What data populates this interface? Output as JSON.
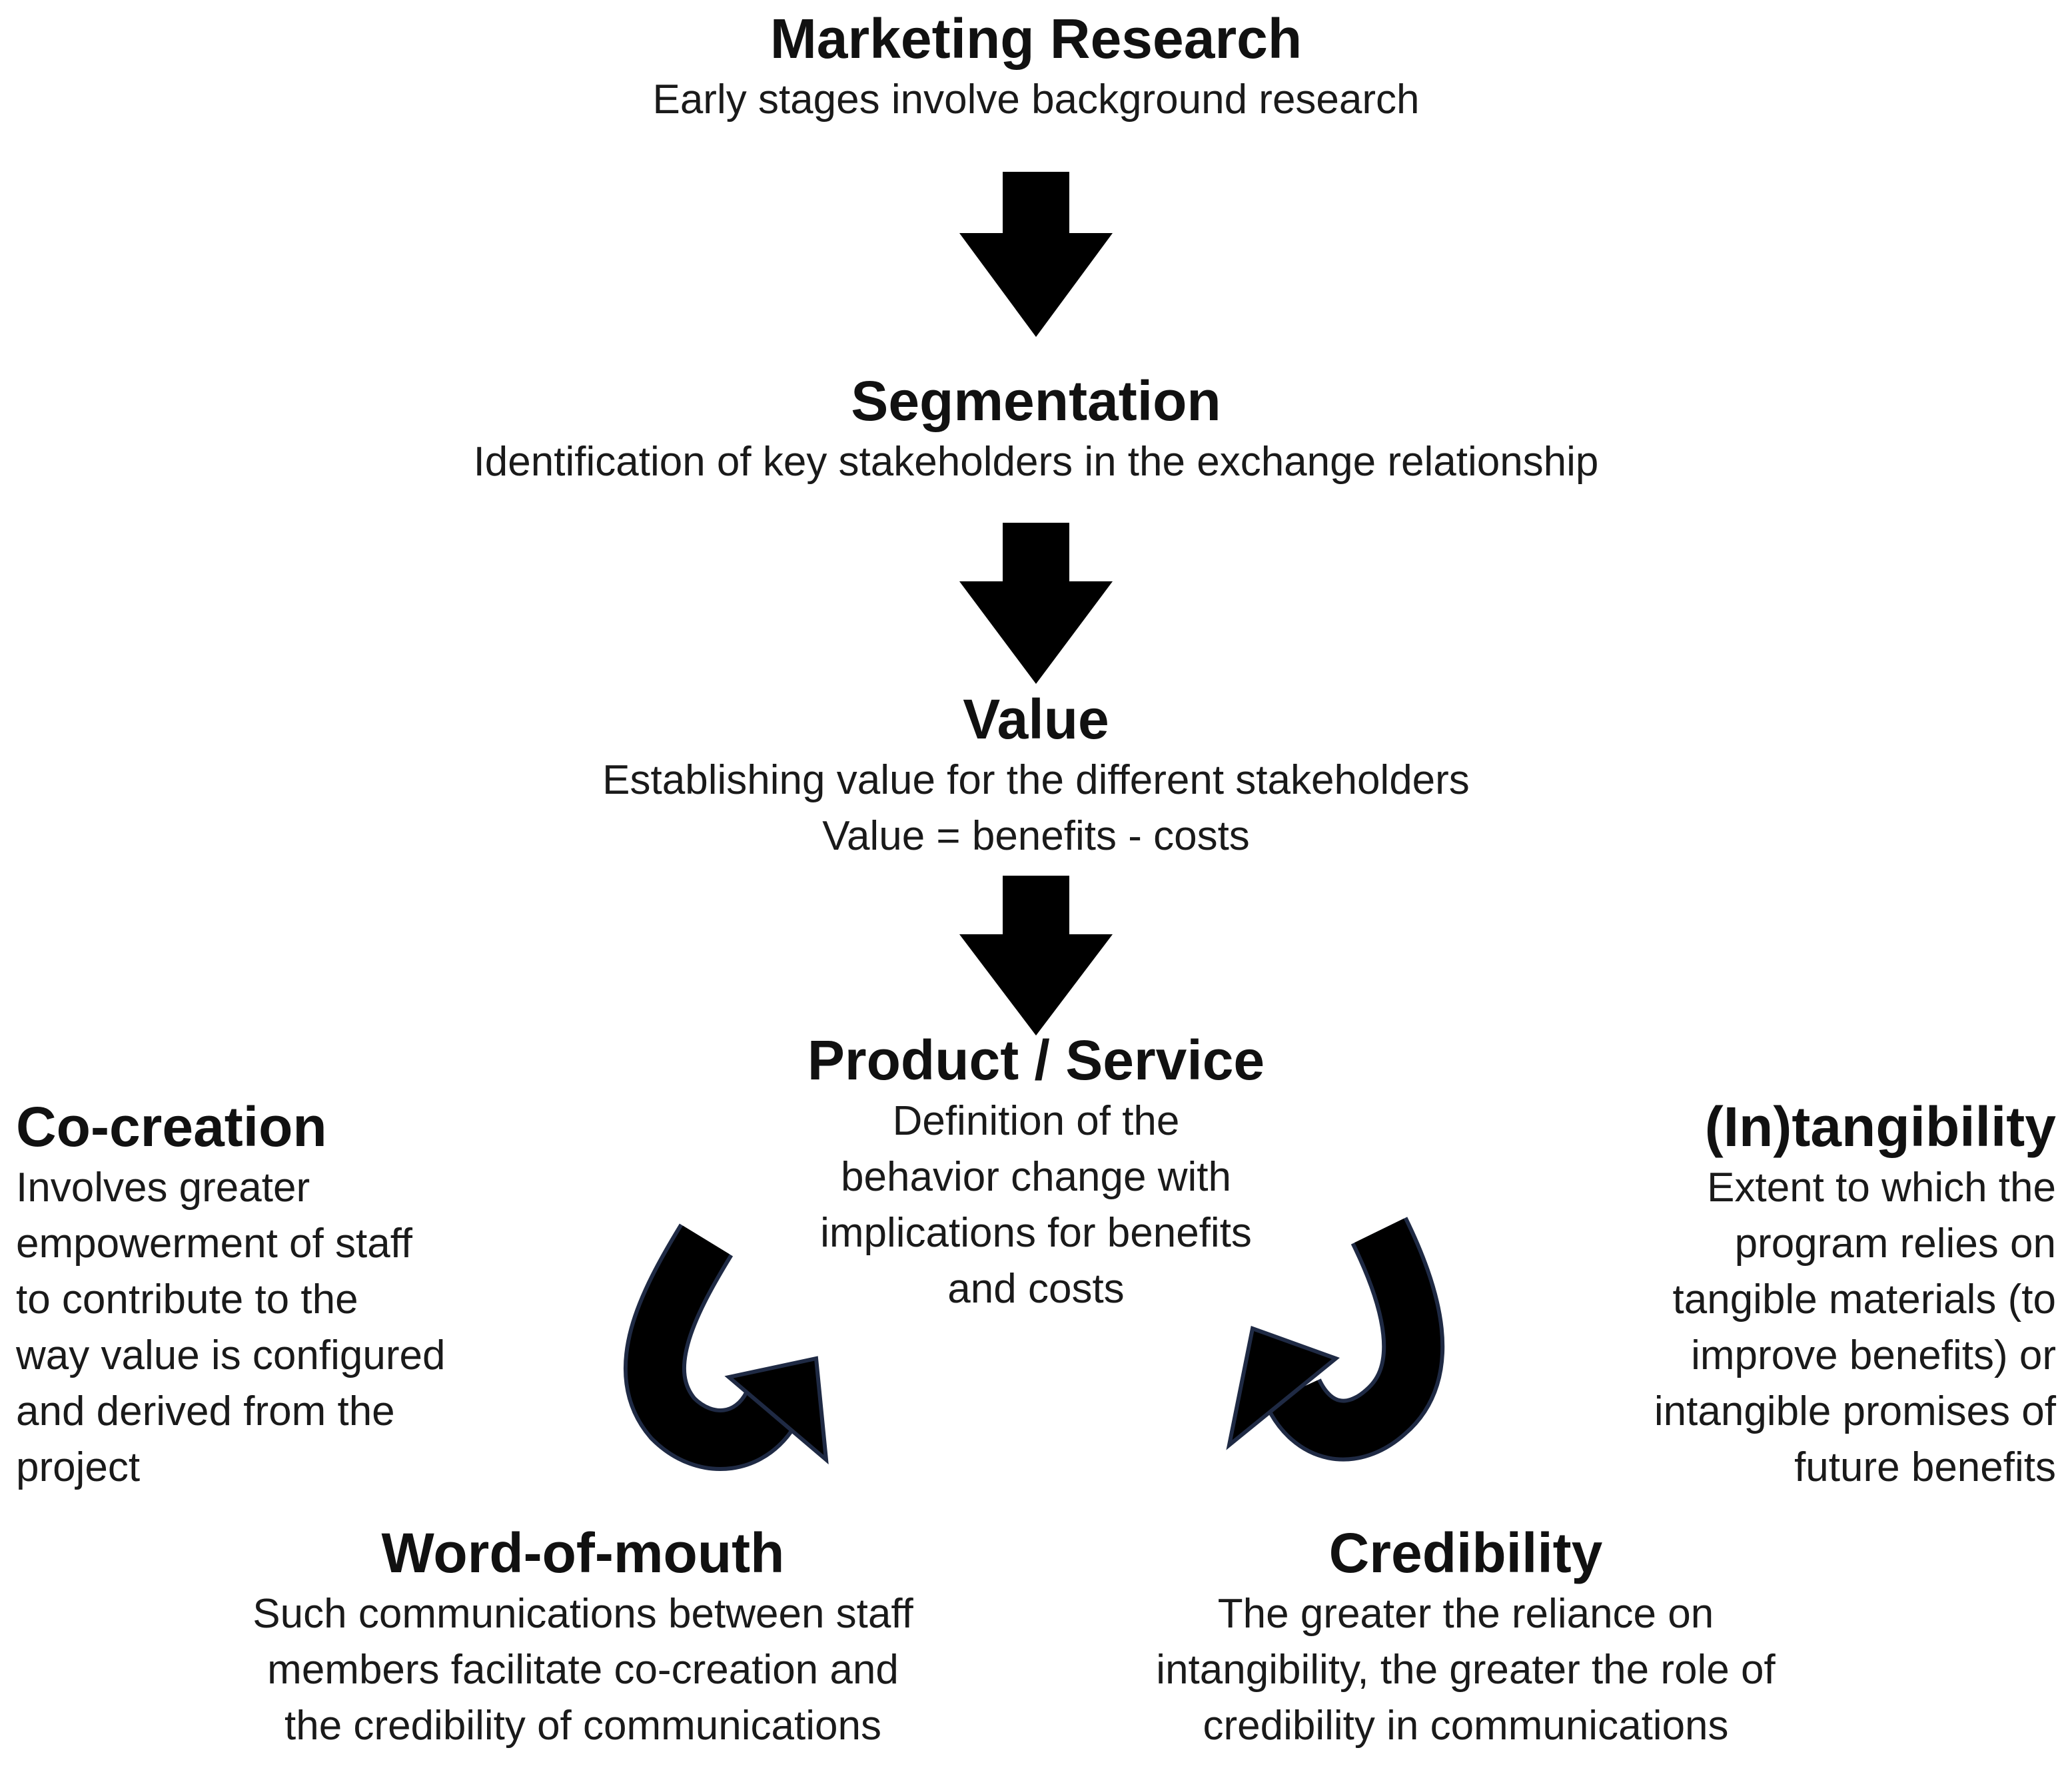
{
  "colors": {
    "arrow_fill": "#000000",
    "curved_arrow_outline": "#1f2a44",
    "text": "#1a1a1a"
  },
  "nodes": {
    "marketing_research": {
      "title": "Marketing Research",
      "lines": [
        "Early stages involve background research"
      ]
    },
    "segmentation": {
      "title": "Segmentation",
      "lines": [
        "Identification of key stakeholders in the exchange relationship"
      ]
    },
    "value": {
      "title": "Value",
      "lines": [
        "Establishing value for the different stakeholders",
        "Value = benefits - costs"
      ]
    },
    "product_service": {
      "title": "Product / Service",
      "lines": [
        "Definition of the",
        "behavior change with",
        "implications for benefits",
        "and costs"
      ]
    },
    "co_creation": {
      "title": "Co-creation",
      "lines": [
        "Involves greater",
        "empowerment of staff",
        "to contribute to the",
        "way value is configured",
        "and derived from the",
        "project"
      ]
    },
    "intangibility": {
      "title": "(In)tangibility",
      "lines": [
        "Extent to which the",
        "program relies on",
        "tangible materials (to",
        "improve benefits) or",
        "intangible promises of",
        "future benefits"
      ]
    },
    "word_of_mouth": {
      "title": "Word-of-mouth",
      "lines": [
        "Such communications between staff",
        "members facilitate co-creation and",
        "the credibility of communications"
      ]
    },
    "credibility": {
      "title": "Credibility",
      "lines": [
        "The greater the reliance on",
        "intangibility, the greater the role of",
        "credibility in communications"
      ]
    }
  }
}
